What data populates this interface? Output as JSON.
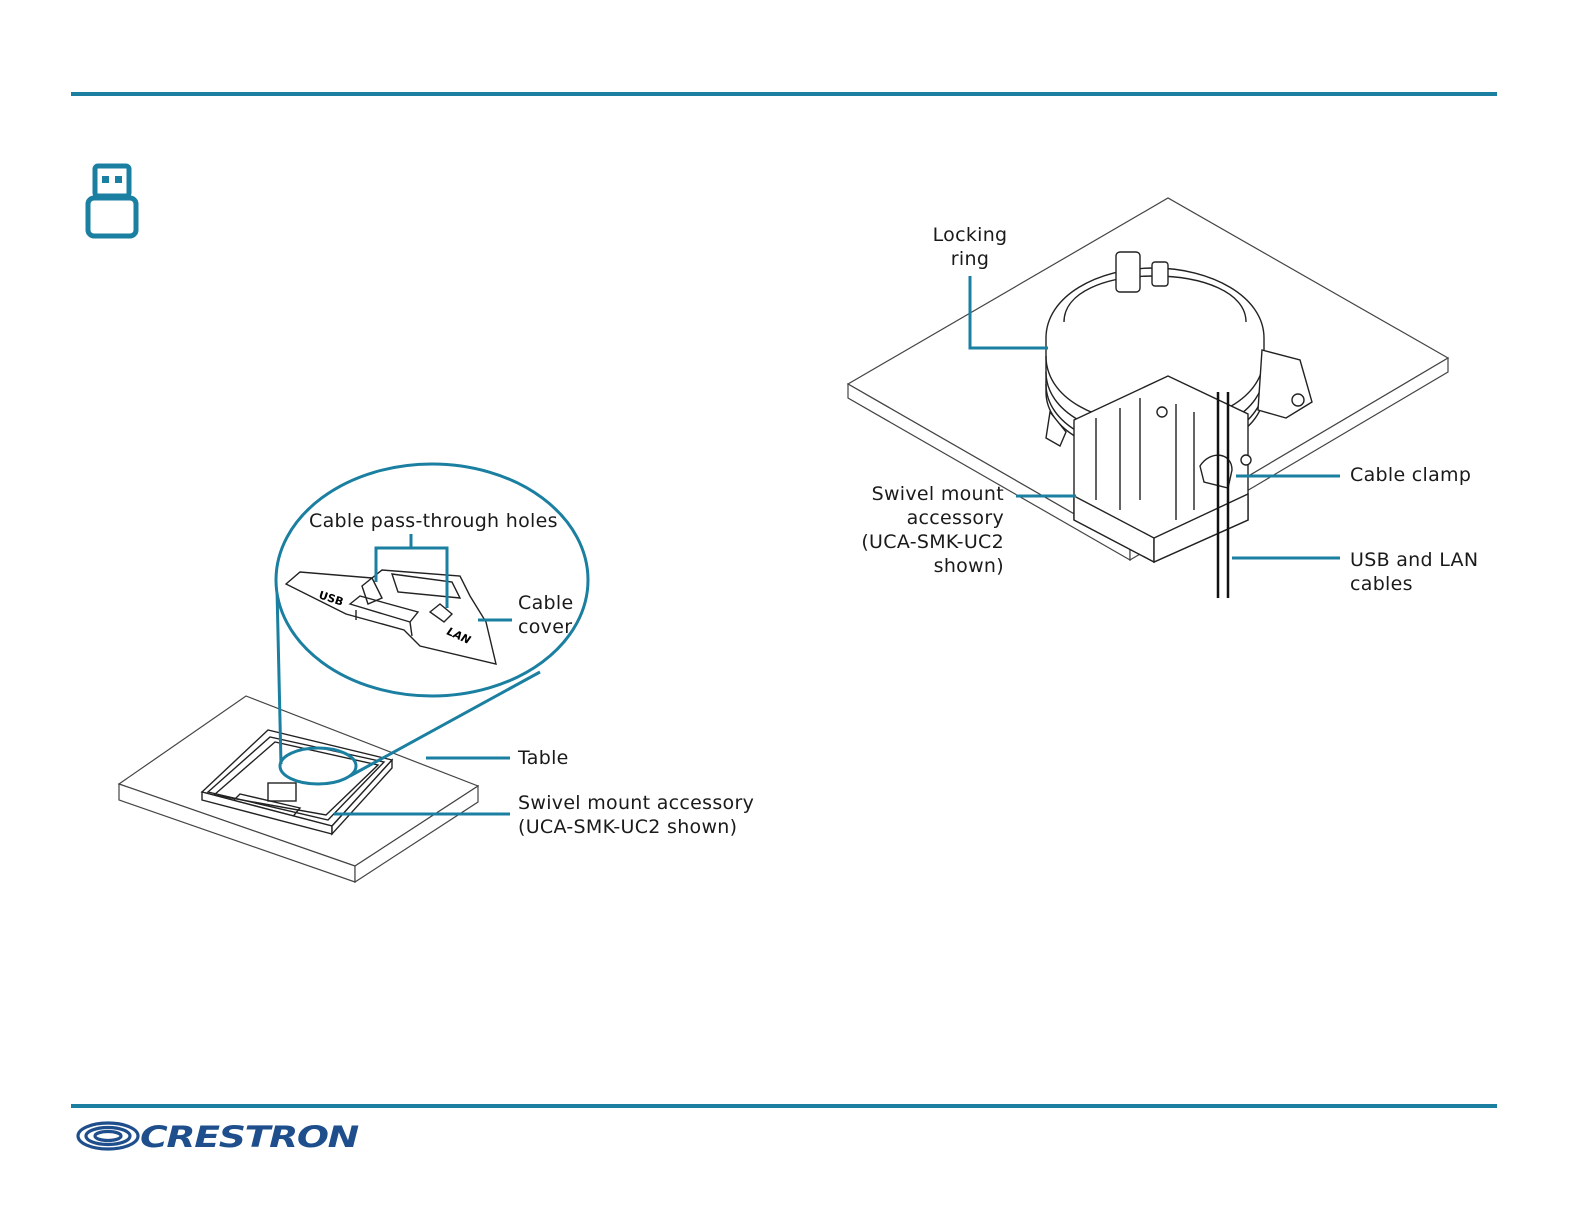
{
  "colors": {
    "accent": "#1a7fa0",
    "line_art": "#333333",
    "callout": "#1a7fa0"
  },
  "icons": {
    "header_icon": "usb-icon"
  },
  "figure_left": {
    "callouts": {
      "pass_through": "Cable pass-through holes",
      "cable_cover_l1": "Cable",
      "cable_cover_l2": "cover",
      "table": "Table",
      "swivel_l1": "Swivel mount accessory",
      "swivel_l2": "(UCA-SMK-UC2 shown)"
    },
    "part_text": {
      "usb": "USB",
      "lan": "LAN"
    }
  },
  "figure_right": {
    "callouts": {
      "locking_l1": "Locking",
      "locking_l2": "ring",
      "swivel_l1": "Swivel mount",
      "swivel_l2": "accessory",
      "swivel_l3": "(UCA-SMK-UC2",
      "swivel_l4": "shown)",
      "cable_clamp": "Cable clamp",
      "usb_lan_l1": "USB and LAN",
      "usb_lan_l2": "cables"
    }
  },
  "footer": {
    "logo_text": "CRESTRON"
  }
}
